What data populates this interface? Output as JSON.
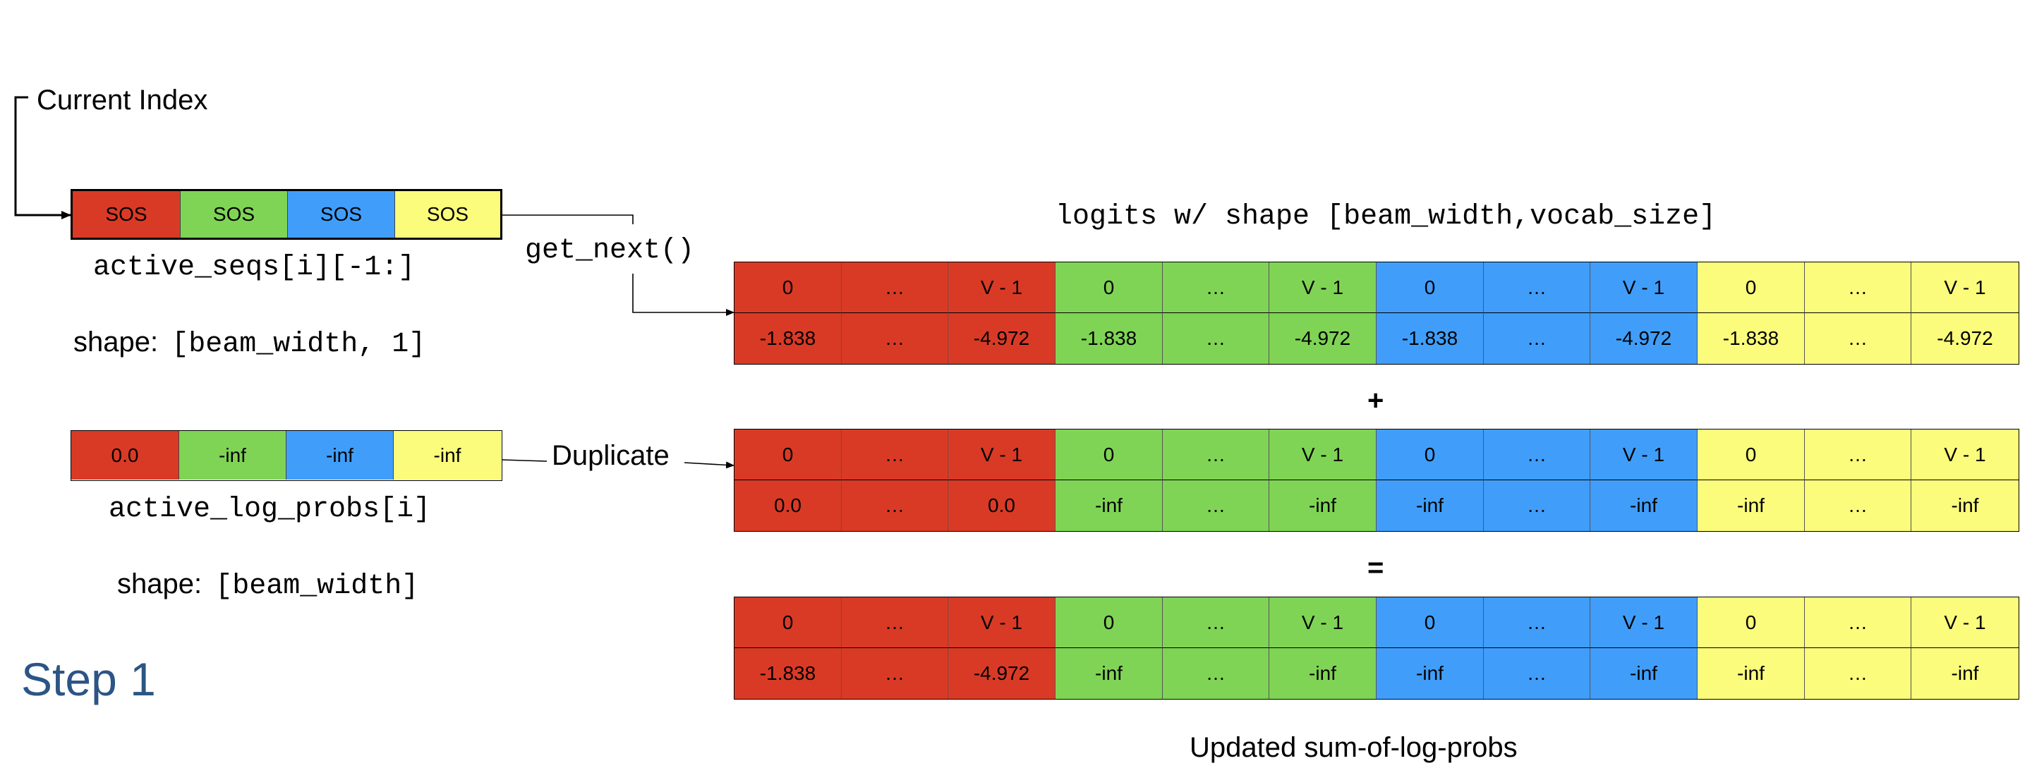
{
  "colors": {
    "red": "#d93a26",
    "green": "#7fd455",
    "blue": "#409efa",
    "yellow": "#fbfb7c",
    "step": "#2c5586"
  },
  "labels": {
    "current_index": "Current Index",
    "active_seqs_caption": "active_seqs[i][-1:]",
    "shape1_prefix": "shape:",
    "shape1_value": "[beam_width, 1]",
    "get_next": "get_next()",
    "logits_caption": "logits w/ shape [beam_width,vocab_size]",
    "duplicate": "Duplicate",
    "active_log_probs_caption": "active_log_probs[i]",
    "shape2_prefix": "shape:",
    "shape2_value": "[beam_width]",
    "plus": "+",
    "equals": "=",
    "step": "Step 1",
    "updated_caption": "Updated sum-of-log-probs"
  },
  "active_seqs": [
    "SOS",
    "SOS",
    "SOS",
    "SOS"
  ],
  "active_log_probs": [
    "0.0",
    "-inf",
    "-inf",
    "-inf"
  ],
  "tables": {
    "logits": {
      "header": [
        "0",
        "…",
        "V - 1",
        "0",
        "…",
        "V - 1",
        "0",
        "…",
        "V - 1",
        "0",
        "…",
        "V - 1"
      ],
      "values": [
        "-1.838",
        "…",
        "-4.972",
        "-1.838",
        "…",
        "-4.972",
        "-1.838",
        "…",
        "-4.972",
        "-1.838",
        "…",
        "-4.972"
      ]
    },
    "duplicated": {
      "header": [
        "0",
        "…",
        "V - 1",
        "0",
        "…",
        "V - 1",
        "0",
        "…",
        "V - 1",
        "0",
        "…",
        "V - 1"
      ],
      "values": [
        "0.0",
        "…",
        "0.0",
        "-inf",
        "…",
        "-inf",
        "-inf",
        "…",
        "-inf",
        "-inf",
        "…",
        "-inf"
      ]
    },
    "updated": {
      "header": [
        "0",
        "…",
        "V - 1",
        "0",
        "…",
        "V - 1",
        "0",
        "…",
        "V - 1",
        "0",
        "…",
        "V - 1"
      ],
      "values": [
        "-1.838",
        "…",
        "-4.972",
        "-inf",
        "…",
        "-inf",
        "-inf",
        "…",
        "-inf",
        "-inf",
        "…",
        "-inf"
      ]
    }
  }
}
